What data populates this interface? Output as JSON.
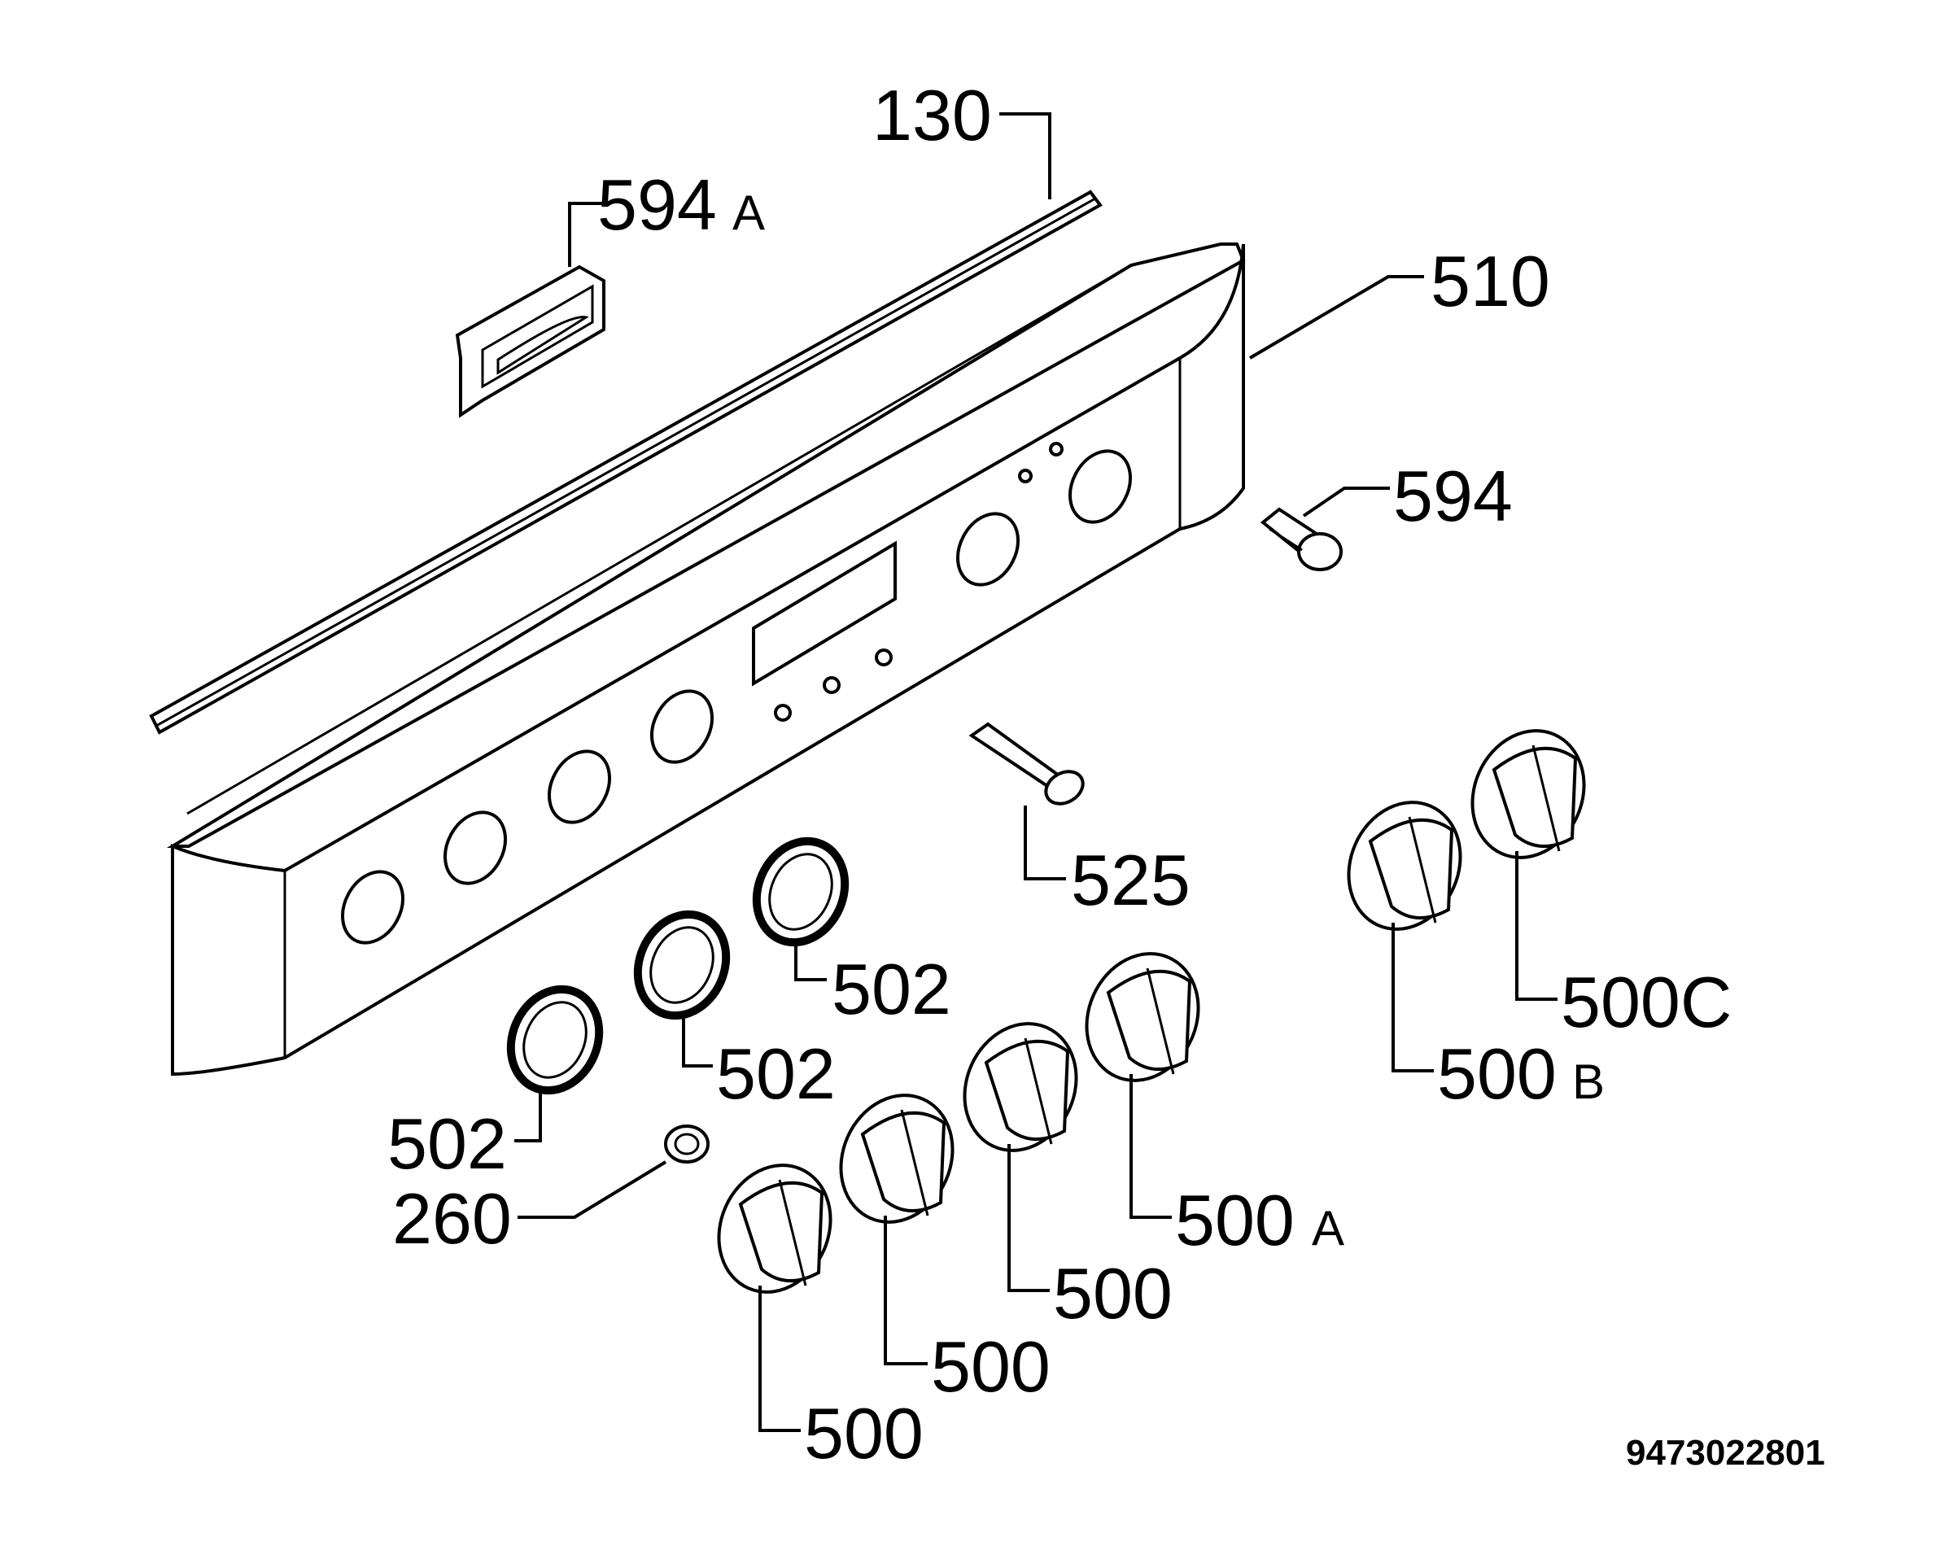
{
  "callouts": {
    "c130": "130",
    "c594a_num": "594",
    "c594a_suffix": "A",
    "c510": "510",
    "c594": "594",
    "c525": "525",
    "c502_a": "502",
    "c502_b": "502",
    "c502_c": "502",
    "c260": "260",
    "c500_a": "500",
    "c500_b": "500",
    "c500_c": "500",
    "c500a_num": "500",
    "c500a_suffix": "A",
    "c500b_num": "500",
    "c500b_suffix": "B",
    "c500c": "500C"
  },
  "document_number": "9473022801"
}
